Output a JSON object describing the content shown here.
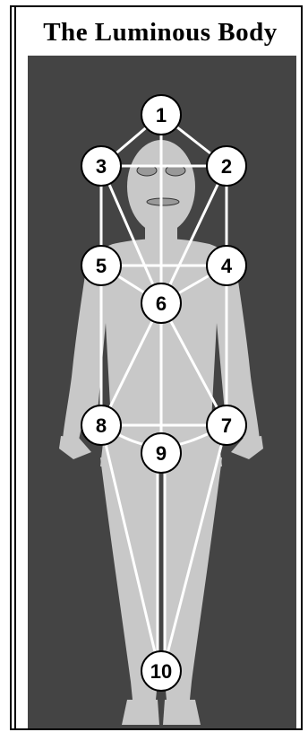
{
  "title": "The Luminous Body",
  "colors": {
    "background": "#444444",
    "body": "#c8c8c8",
    "lines": "#ffffff",
    "node_fill": "#ffffff",
    "node_stroke": "#000000"
  },
  "nodes": [
    "1",
    "2",
    "3",
    "4",
    "5",
    "6",
    "7",
    "8",
    "9",
    "10"
  ]
}
